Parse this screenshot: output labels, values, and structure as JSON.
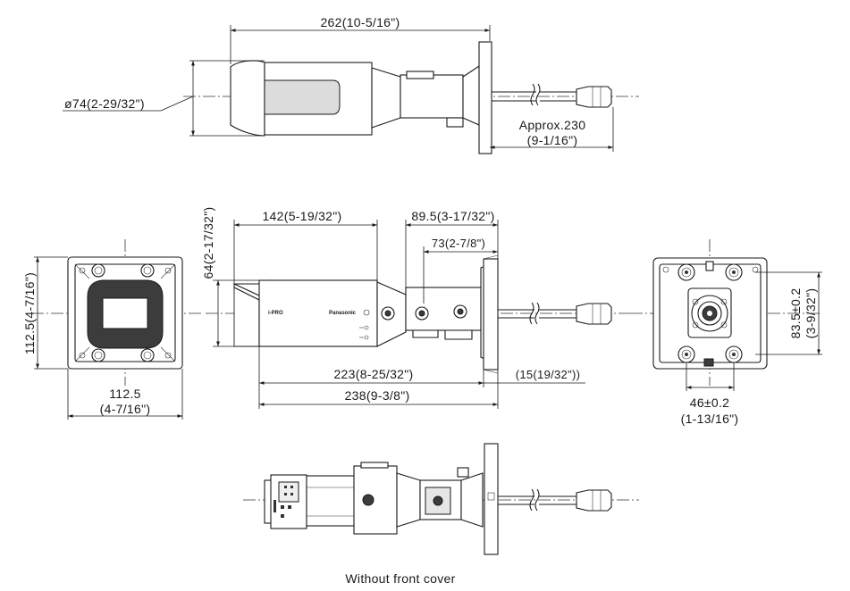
{
  "views": {
    "top_view": {
      "length_label": "262(10-5/16\")",
      "diameter_label": "ø74(2-29/32\")",
      "cable_label_line1": "Approx.230",
      "cable_label_line2": "(9-1/16\")"
    },
    "front_view": {
      "width_label_line1": "112.5",
      "width_label_line2": "(4-7/16\")",
      "height_label": "112.5(4-7/16\")"
    },
    "side_view": {
      "height_label": "64(2-17/32\")",
      "front_length_label": "142(5-19/32\")",
      "mount_offset_label": "89.5(3-17/32\")",
      "arm_offset_label": "73(2-7/8\")",
      "body_length_label": "223(8-25/32\")",
      "total_length_label": "238(9-3/8\")",
      "base_depth_label": "(15(19/32\"))",
      "brand_text": "Panasonic",
      "series_text": "i-PRO"
    },
    "rear_view": {
      "height_label_line1": "83.5±0.2",
      "height_label_line2": "(3-9/32\")",
      "width_label_line1": "46±0.2",
      "width_label_line2": "(1-13/16\")"
    },
    "bottom_view": {
      "caption": "Without front cover"
    }
  }
}
